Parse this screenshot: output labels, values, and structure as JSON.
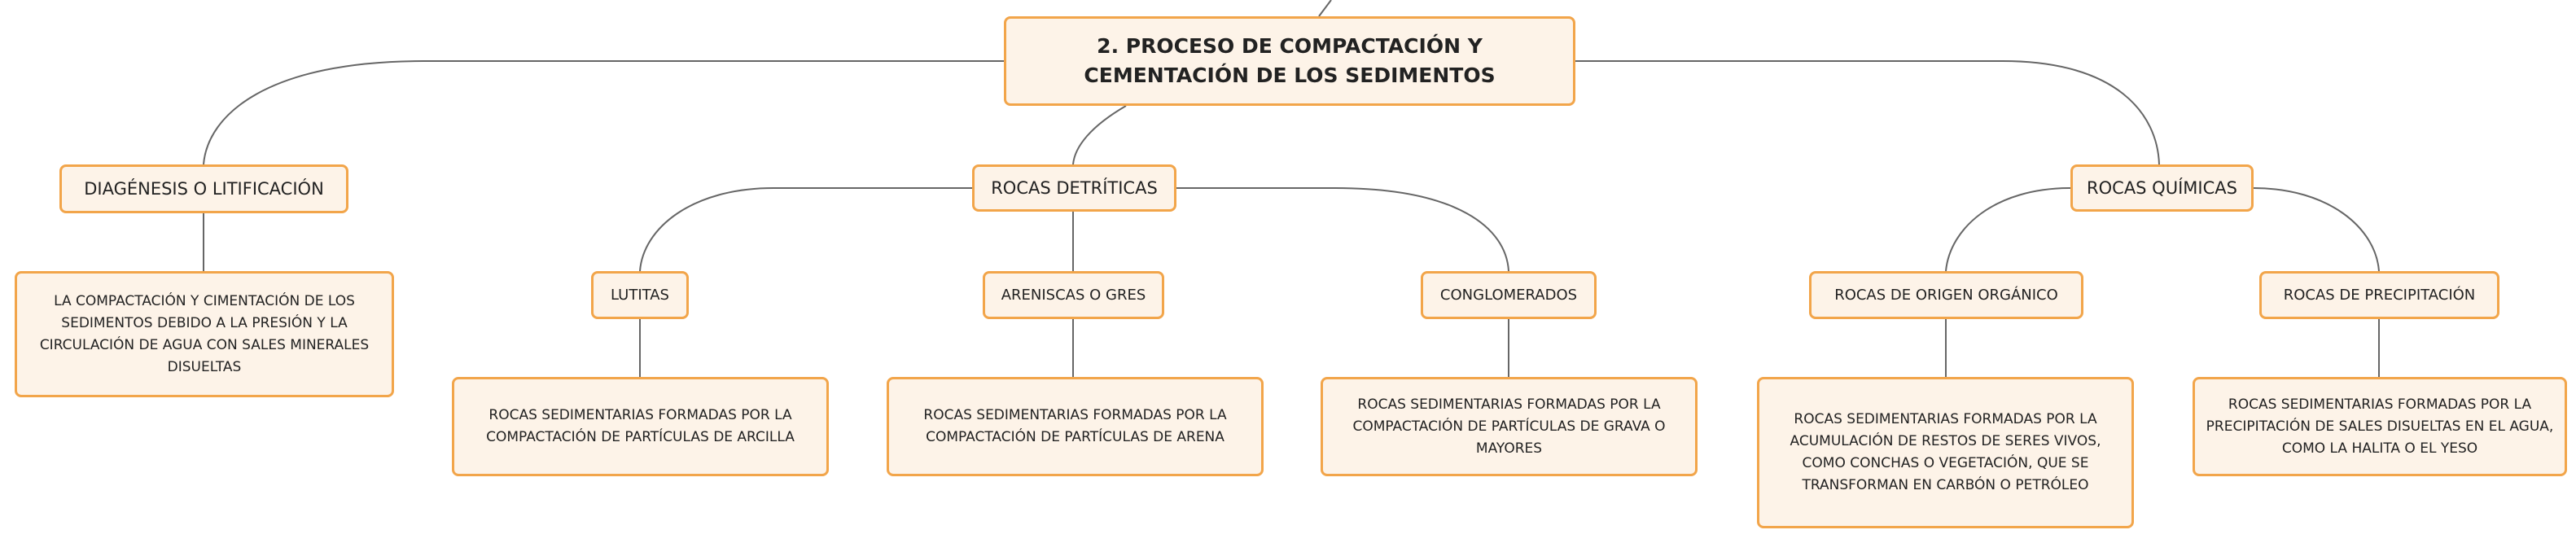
{
  "root": "2. PROCESO DE COMPACTACIÓN Y CEMENTACIÓN DE LOS SEDIMENTOS",
  "branches": {
    "diagenesis": {
      "label": "DIAGÉNESIS O LITIFICACIÓN",
      "description": "LA COMPACTACIÓN Y CIMENTACIÓN DE LOS SEDIMENTOS DEBIDO A LA PRESIÓN Y LA CIRCULACIÓN DE AGUA CON SALES MINERALES DISUELTAS"
    },
    "detriticas": {
      "label": "ROCAS DETRÍTICAS",
      "lutitas": {
        "label": "LUTITAS",
        "description": "ROCAS SEDIMENTARIAS FORMADAS POR LA COMPACTACIÓN DE PARTÍCULAS DE ARCILLA"
      },
      "areniscas": {
        "label": "ARENISCAS O GRES",
        "description": "ROCAS SEDIMENTARIAS FORMADAS POR LA COMPACTACIÓN DE PARTÍCULAS DE ARENA"
      },
      "conglomerados": {
        "label": "CONGLOMERADOS",
        "description": "ROCAS SEDIMENTARIAS FORMADAS POR LA COMPACTACIÓN DE PARTÍCULAS DE GRAVA O MAYORES"
      }
    },
    "quimicas": {
      "label": "ROCAS QUÍMICAS",
      "organico": {
        "label": "ROCAS DE ORIGEN ORGÁNICO",
        "description": "ROCAS SEDIMENTARIAS FORMADAS POR LA ACUMULACIÓN DE RESTOS DE SERES VIVOS, COMO CONCHAS O VEGETACIÓN, QUE SE TRANSFORMAN EN CARBÓN O PETRÓLEO"
      },
      "precipitacion": {
        "label": "ROCAS DE PRECIPITACIÓN",
        "description": "ROCAS SEDIMENTARIAS FORMADAS POR LA PRECIPITACIÓN DE SALES DISUELTAS EN EL AGUA, COMO LA HALITA O EL YESO"
      }
    }
  },
  "colors": {
    "node_fill": "#fdf3e8",
    "node_border": "#f2a54a",
    "connector": "#666666"
  }
}
